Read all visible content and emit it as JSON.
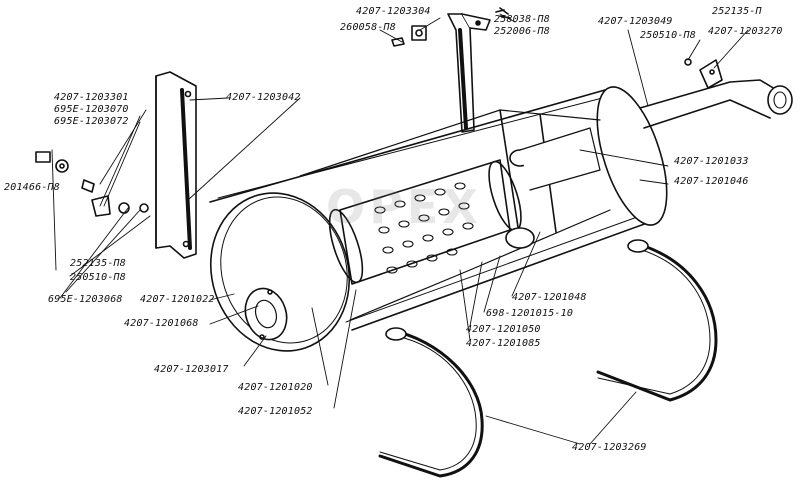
{
  "diagram": {
    "watermark": "OPEX",
    "labels": {
      "top_clamp": "4207-1203304",
      "bolt_top": "260058-П8",
      "bolt_nut_a": "258038-П8",
      "bolt_nut_b": "252006-П8",
      "tail_pipe": "4207-1203049",
      "washer_a": "252135-П",
      "washer_b": "250510-П8",
      "tail_bracket": "4207-1203270",
      "hanger_group_1": "4207-1203301",
      "hanger_group_2": "695Е-1203070",
      "hanger_group_3": "695Е-1203072",
      "front_bracket": "4207-1203042",
      "bolt_left": "201466-П8",
      "washer_c": "252135-П8",
      "washer_d": "250510-П8",
      "screw_left": "695Е-1203068",
      "inner_tube_right": "4207-1201033",
      "rear_cap": "4207-1201046",
      "front_cap": "4207-1201022",
      "inlet_tube": "4207-1201068",
      "inner_baffle": "4207-1201048",
      "rivet": "698-1201015-10",
      "perforated_tube": "4207-1201050",
      "partition": "4207-1201085",
      "inlet_flange": "4207-1203017",
      "shell": "4207-1201020",
      "insulation": "4207-1201052",
      "strap": "4207-1203269"
    }
  }
}
